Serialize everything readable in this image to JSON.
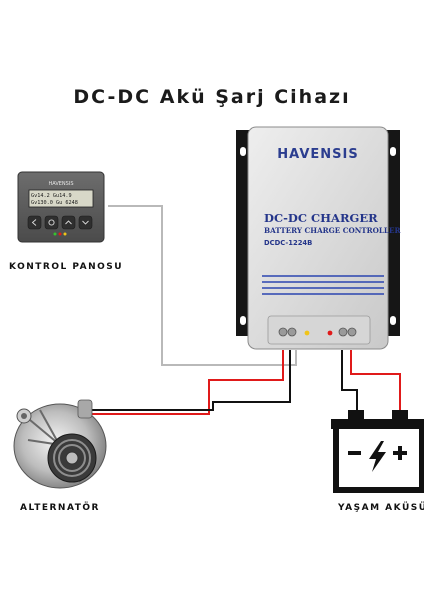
{
  "title": "DC-DC Akü Şarj Cihazı",
  "charger": {
    "brand": "HAVENSIS",
    "line1": "DC-DC CHARGER",
    "line2": "BATTERY CHARGE CONTROLLER",
    "model": "DCDC-1224B"
  },
  "panel": {
    "label": "KONTROL PANOSU",
    "brand": "HAVENSIS",
    "lcd_row1": "Gv14.2  Gu14.9",
    "lcd_row2": "Gv130.0  Gu 6248"
  },
  "alternator": {
    "label": "ALTERNATÖR"
  },
  "battery": {
    "label": "YAŞAM AKÜSÜ"
  },
  "colors": {
    "positive_wire": "#e01a1a",
    "negative_wire": "#111111",
    "signal_wire": "#b9b9b9",
    "brand_blue": "#2b3d8f"
  }
}
